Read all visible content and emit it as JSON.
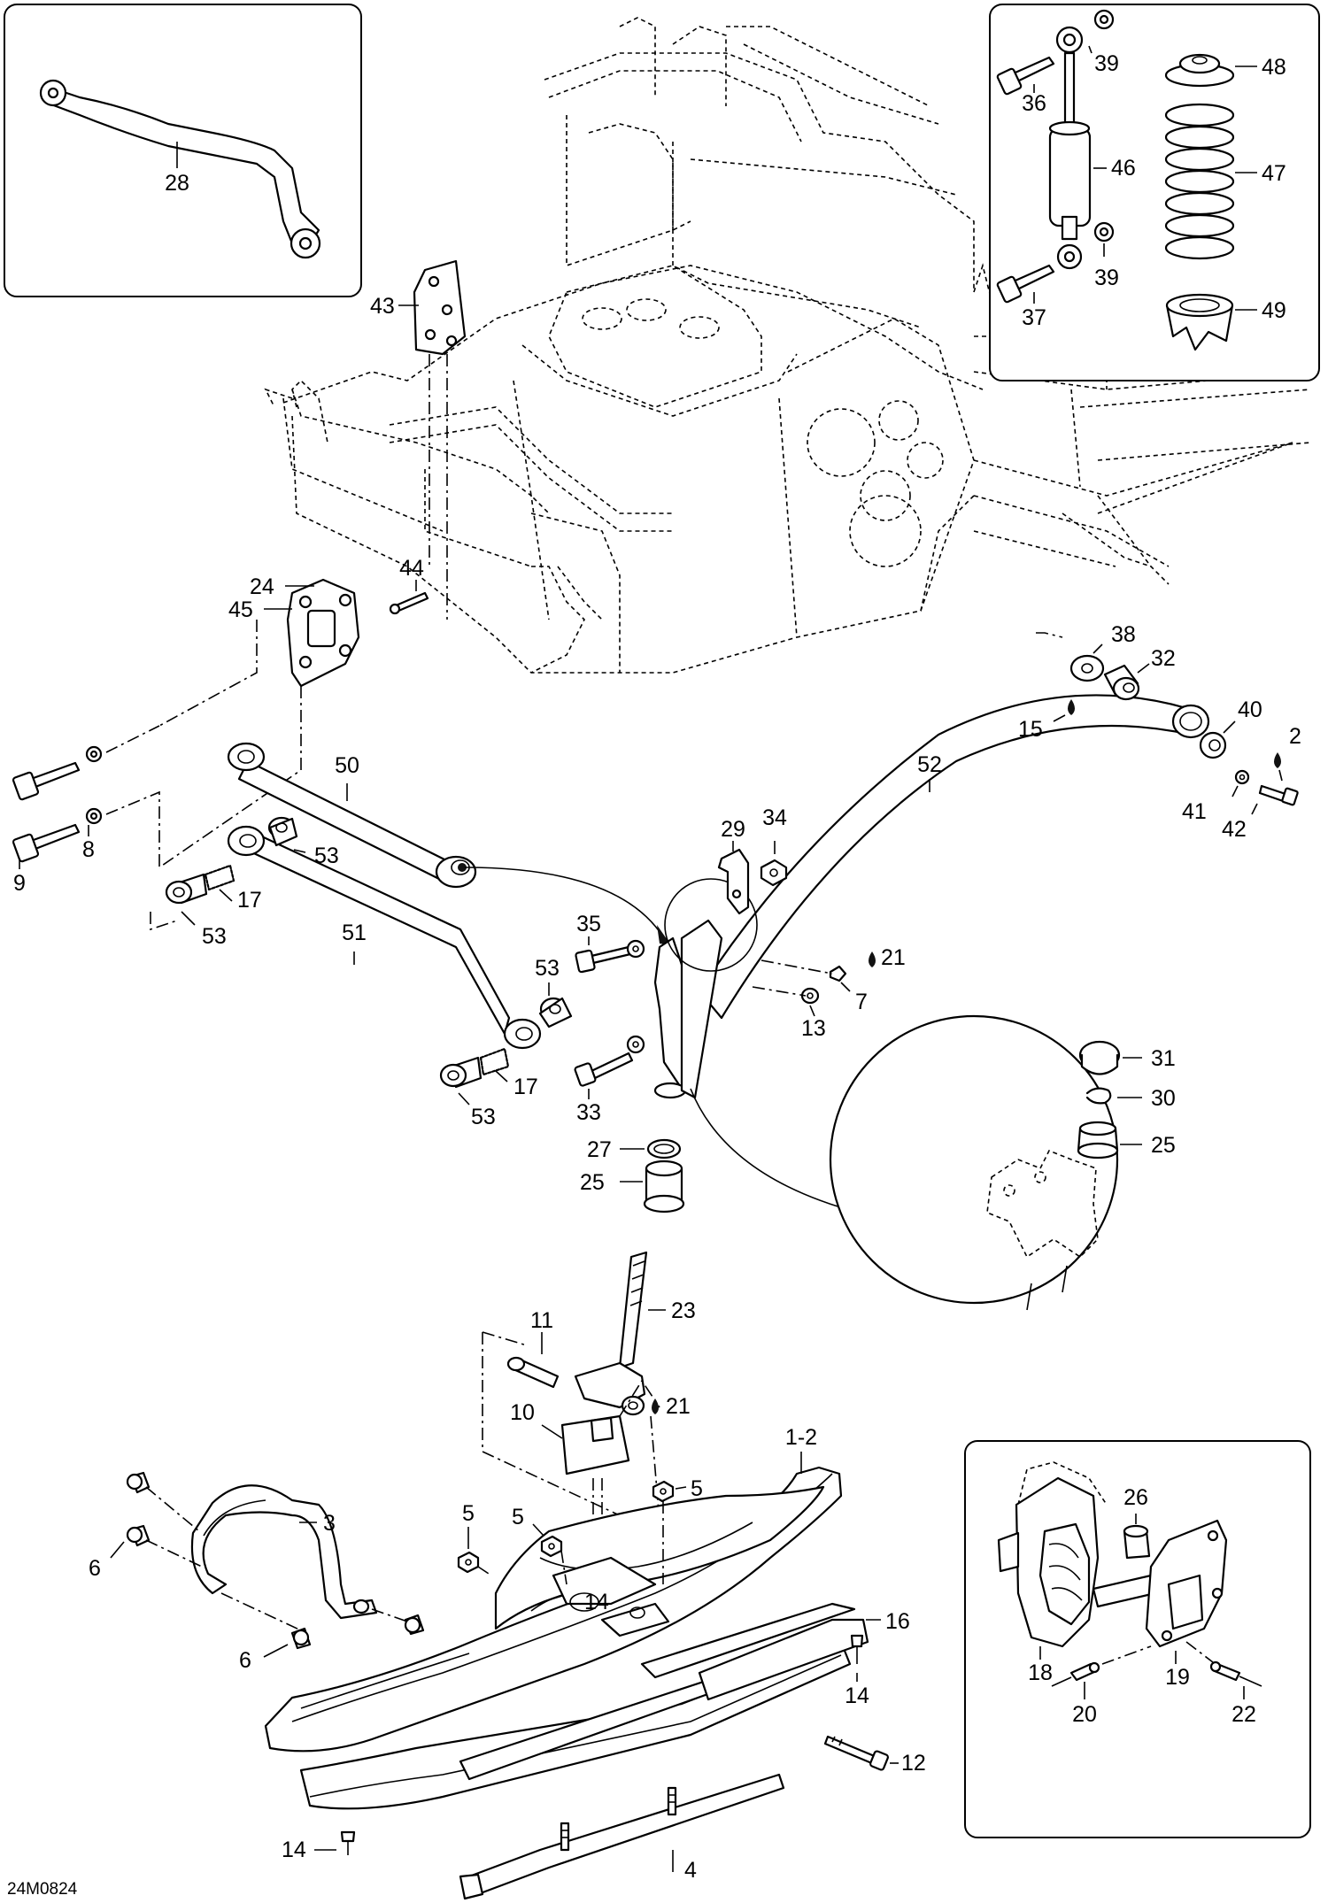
{
  "diagram": {
    "drawing_code": "24M0824",
    "callouts": {
      "c1_2": "1-2",
      "c2": "2",
      "c3": "3",
      "c4": "4",
      "c5a": "5",
      "c5b": "5",
      "c5c": "5",
      "c6a": "6",
      "c6b": "6",
      "c7": "7",
      "c8": "8",
      "c9": "9",
      "c10": "10",
      "c11": "11",
      "c12": "12",
      "c13": "13",
      "c14a": "14",
      "c14b": "14",
      "c14c": "14",
      "c15": "15",
      "c16": "16",
      "c17a": "17",
      "c17b": "17",
      "c18": "18",
      "c19": "19",
      "c20": "20",
      "c21a": "21",
      "c21b": "21",
      "c22": "22",
      "c23": "23",
      "c24": "24",
      "c25a": "25",
      "c25b": "25",
      "c26": "26",
      "c27": "27",
      "c28": "28",
      "c29": "29",
      "c30": "30",
      "c31": "31",
      "c32": "32",
      "c33": "33",
      "c34": "34",
      "c35": "35",
      "c36": "36",
      "c37": "37",
      "c38": "38",
      "c39a": "39",
      "c39b": "39",
      "c40": "40",
      "c41": "41",
      "c42": "42",
      "c43": "43",
      "c44": "44",
      "c45": "45",
      "c46": "46",
      "c47": "47",
      "c48": "48",
      "c49": "49",
      "c50": "50",
      "c51": "51",
      "c52": "52",
      "c53a": "53",
      "c53b": "53",
      "c53c": "53",
      "c53d": "53"
    }
  }
}
